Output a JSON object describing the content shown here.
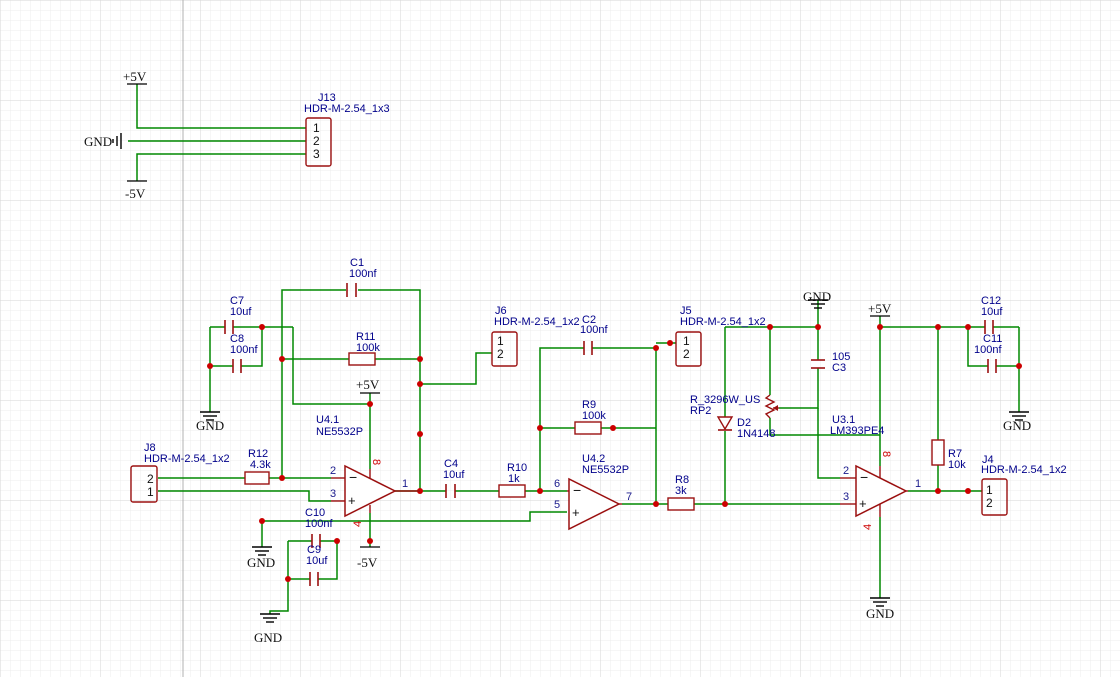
{
  "colors": {
    "wire": "#008800",
    "part": "#9b1010",
    "label": "#00008b",
    "pin": "#1a1a8c",
    "junction": "#cc0000",
    "grid": "#e6e6e6",
    "gridMajor": "#c8c8c8"
  },
  "power": {
    "p5": "+5V",
    "m5": "-5V",
    "gnd": "GND"
  },
  "j13": {
    "ref": "J13",
    "val": "HDR-M-2.54_1x3",
    "p1": "1",
    "p2": "2",
    "p3": "3"
  },
  "j8": {
    "ref": "J8",
    "val": "HDR-M-2.54_1x2",
    "p1": "1",
    "p2": "2"
  },
  "j6": {
    "ref": "J6",
    "val": "HDR-M-2.54_1x2",
    "p1": "1",
    "p2": "2"
  },
  "j5": {
    "ref": "J5",
    "val": "HDR-M-2.54_1x2",
    "p1": "1",
    "p2": "2"
  },
  "j4": {
    "ref": "J4",
    "val": "HDR-M-2.54_1x2",
    "p1": "1",
    "p2": "2"
  },
  "c1": {
    "ref": "C1",
    "val": "100nf"
  },
  "c2": {
    "ref": "C2",
    "val": "100nf"
  },
  "c3": {
    "ref": "C3",
    "val": "105"
  },
  "c4": {
    "ref": "C4",
    "val": "10uf"
  },
  "c7": {
    "ref": "C7",
    "val": "10uf"
  },
  "c8": {
    "ref": "C8",
    "val": "100nf"
  },
  "c9": {
    "ref": "C9",
    "val": "10uf"
  },
  "c10": {
    "ref": "C10",
    "val": "100nf"
  },
  "c11": {
    "ref": "C11",
    "val": "100nf"
  },
  "c12": {
    "ref": "C12",
    "val": "10uf"
  },
  "r7": {
    "ref": "R7",
    "val": "10k"
  },
  "r8": {
    "ref": "R8",
    "val": "3k"
  },
  "r9": {
    "ref": "R9",
    "val": "100k"
  },
  "r10": {
    "ref": "R10",
    "val": "1k"
  },
  "r11": {
    "ref": "R11",
    "val": "100k"
  },
  "r12": {
    "ref": "R12",
    "val": "4.3k"
  },
  "rp2": {
    "ref": "RP2",
    "val": "R_3296W_US"
  },
  "d2": {
    "ref": "D2",
    "val": "1N4148"
  },
  "u41": {
    "ref": "U4.1",
    "val": "NE5532P",
    "pinIn2": "2",
    "pinIn3": "3",
    "pinOut": "1",
    "pinV": "8",
    "pinG": "4"
  },
  "u42": {
    "ref": "U4.2",
    "val": "NE5532P",
    "pinIn6": "6",
    "pinIn5": "5",
    "pinOut": "7"
  },
  "u31": {
    "ref": "U3.1",
    "val": "LM393PE4",
    "pinIn2": "2",
    "pinIn3": "3",
    "pinOut": "1",
    "pinV": "8",
    "pinG": "4"
  },
  "sign": {
    "minus": "−",
    "plus": "+"
  }
}
